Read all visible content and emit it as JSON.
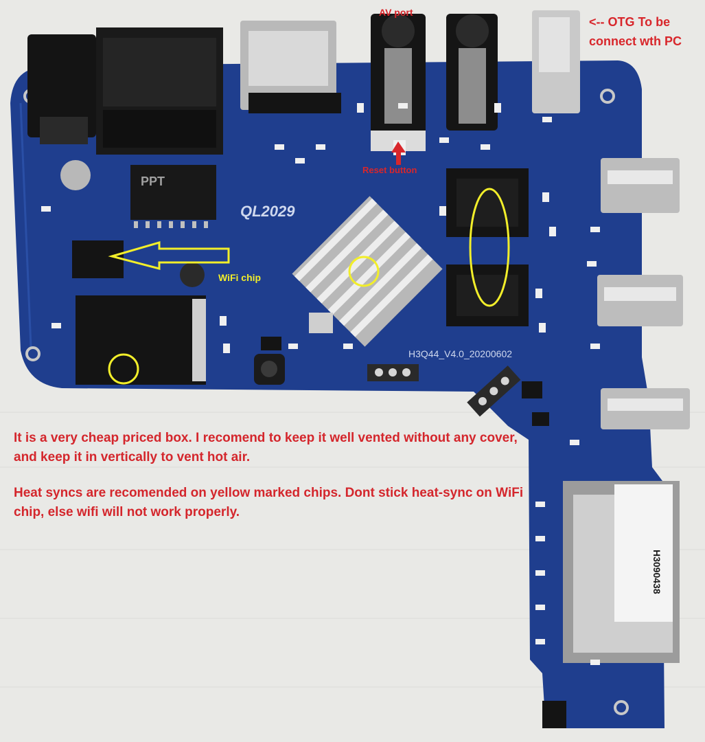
{
  "labels": {
    "av_port": "AV port",
    "otg": "<--  OTG To be",
    "otg_line2": "connect wth PC",
    "reset": "Reset button",
    "wifi": "WiFi chip",
    "board_model": "QL2029",
    "board_version": "H3Q44_V4.0_20200602",
    "module_brand": "PPT",
    "sd_sticker_code": "H3090438"
  },
  "note": {
    "paragraph1": "It is a very cheap priced box. I recomend to keep it well vented without any cover, and keep it in vertically to vent hot air.",
    "paragraph2": "Heat syncs are recomended on yellow marked chips. Dont stick heat-sync on WiFi chip, else wifi will not work properly."
  },
  "colors": {
    "board": "#1e3c8c",
    "annotation_red": "#d8262b",
    "annotation_yellow": "#f2ee2a",
    "background": "#e9e9e6"
  }
}
